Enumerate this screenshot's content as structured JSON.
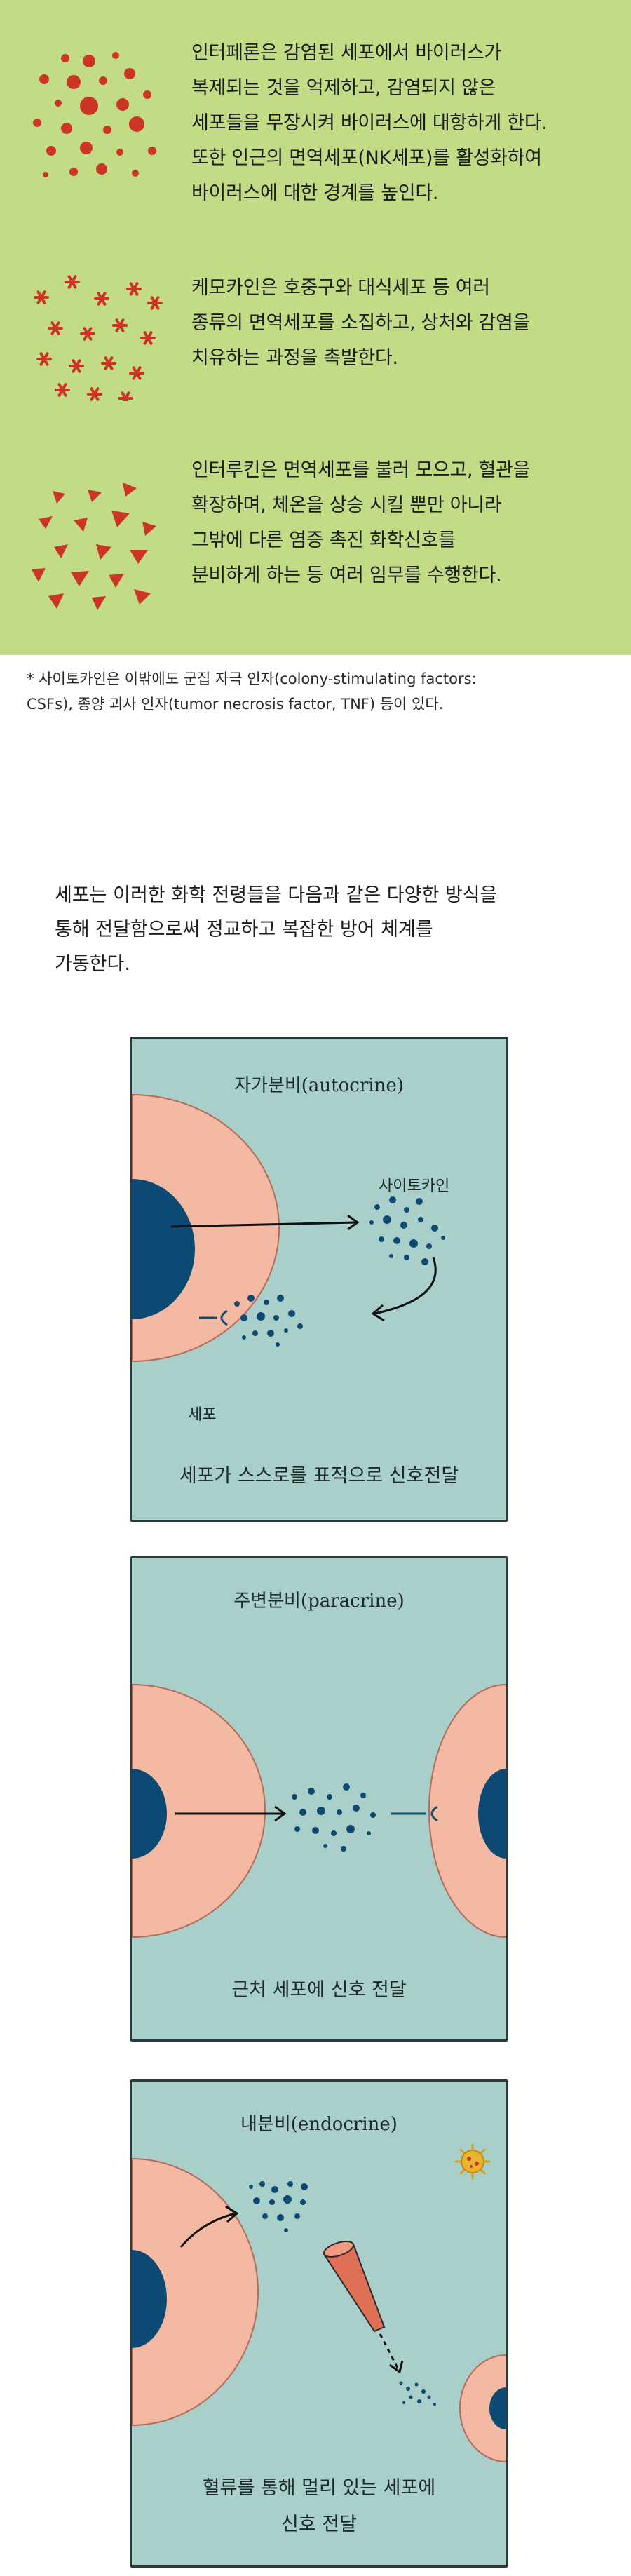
{
  "cytokines": [
    {
      "icon": "interferon-dots-icon",
      "text": "인터페론은 감염된 세포에서 바이러스가\n복제되는 것을 억제하고, 감염되지 않은\n세포들을 무장시켜 바이러스에 대항하게 한다.\n또한 인근의 면역세포(NK세포)를 활성화하여\n바이러스에 대한 경계를 높인다."
    },
    {
      "icon": "chemokine-stars-icon",
      "text": "케모카인은 호중구와 대식세포 등 여러\n종류의 면역세포를 소집하고, 상처와 감염을\n치유하는 과정을 촉발한다."
    },
    {
      "icon": "interleukin-triangles-icon",
      "text": "인터루킨은 면역세포를 불러 모으고, 혈관을\n확장하며, 체온을 상승 시킬 뿐만 아니라\n그밖에 다른 염증 촉진 화학신호를\n분비하게 하는 등 여러 임무를 수행한다."
    }
  ],
  "footnote": "* 사이토카인은 이밖에도 군집 자극 인자(colony-stimulating factors:\nCSFs), 종양 괴사 인자(tumor necrosis factor, TNF) 등이 있다.",
  "intro": "세포는 이러한 화학 전령들을 다음과 같은 다양한 방식을\n통해 전달함으로써 정교하고 복잡한 방어 체계를\n가동한다.",
  "panels": {
    "autocrine": {
      "title": "자가분비(autocrine)",
      "label_cytokine": "사이토카인",
      "label_cell": "세포",
      "caption": "세포가 스스로를 표적으로 신호전달"
    },
    "paracrine": {
      "title": "주변분비(paracrine)",
      "caption": "근처 세포에 신호 전달"
    },
    "endocrine": {
      "title": "내분비(endocrine)",
      "caption": "혈류를 통해 멀리 있는 세포에\n신호 전달"
    }
  },
  "colors": {
    "green_bg": "#c2dc85",
    "panel_bg": "#a9cfca",
    "cell_pink": "#f3b9a3",
    "nucleus_blue": "#0d4a73",
    "cytokine_red": "#cc3426"
  }
}
